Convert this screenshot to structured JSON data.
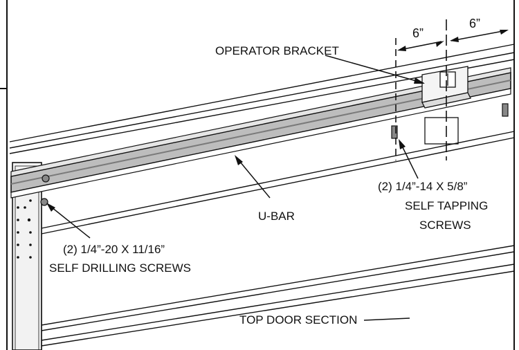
{
  "labels": {
    "operator_bracket": "OPERATOR BRACKET",
    "dim_left": "6”",
    "dim_right": "6”",
    "tapping_line1": "(2) 1/4”-14 X 5/8”",
    "tapping_line2": "SELF TAPPING",
    "tapping_line3": "SCREWS",
    "ubar": "U-BAR",
    "drilling_line1": "(2) 1/4”-20 X 11/16”",
    "drilling_line2": "SELF DRILLING SCREWS",
    "top_door_section": "TOP DOOR SECTION"
  },
  "colors": {
    "line": "#111111",
    "ubar_fill": "#bdbdbd",
    "ubar_dark": "#7a7a7a",
    "panel_fill": "#f2f2f2"
  }
}
